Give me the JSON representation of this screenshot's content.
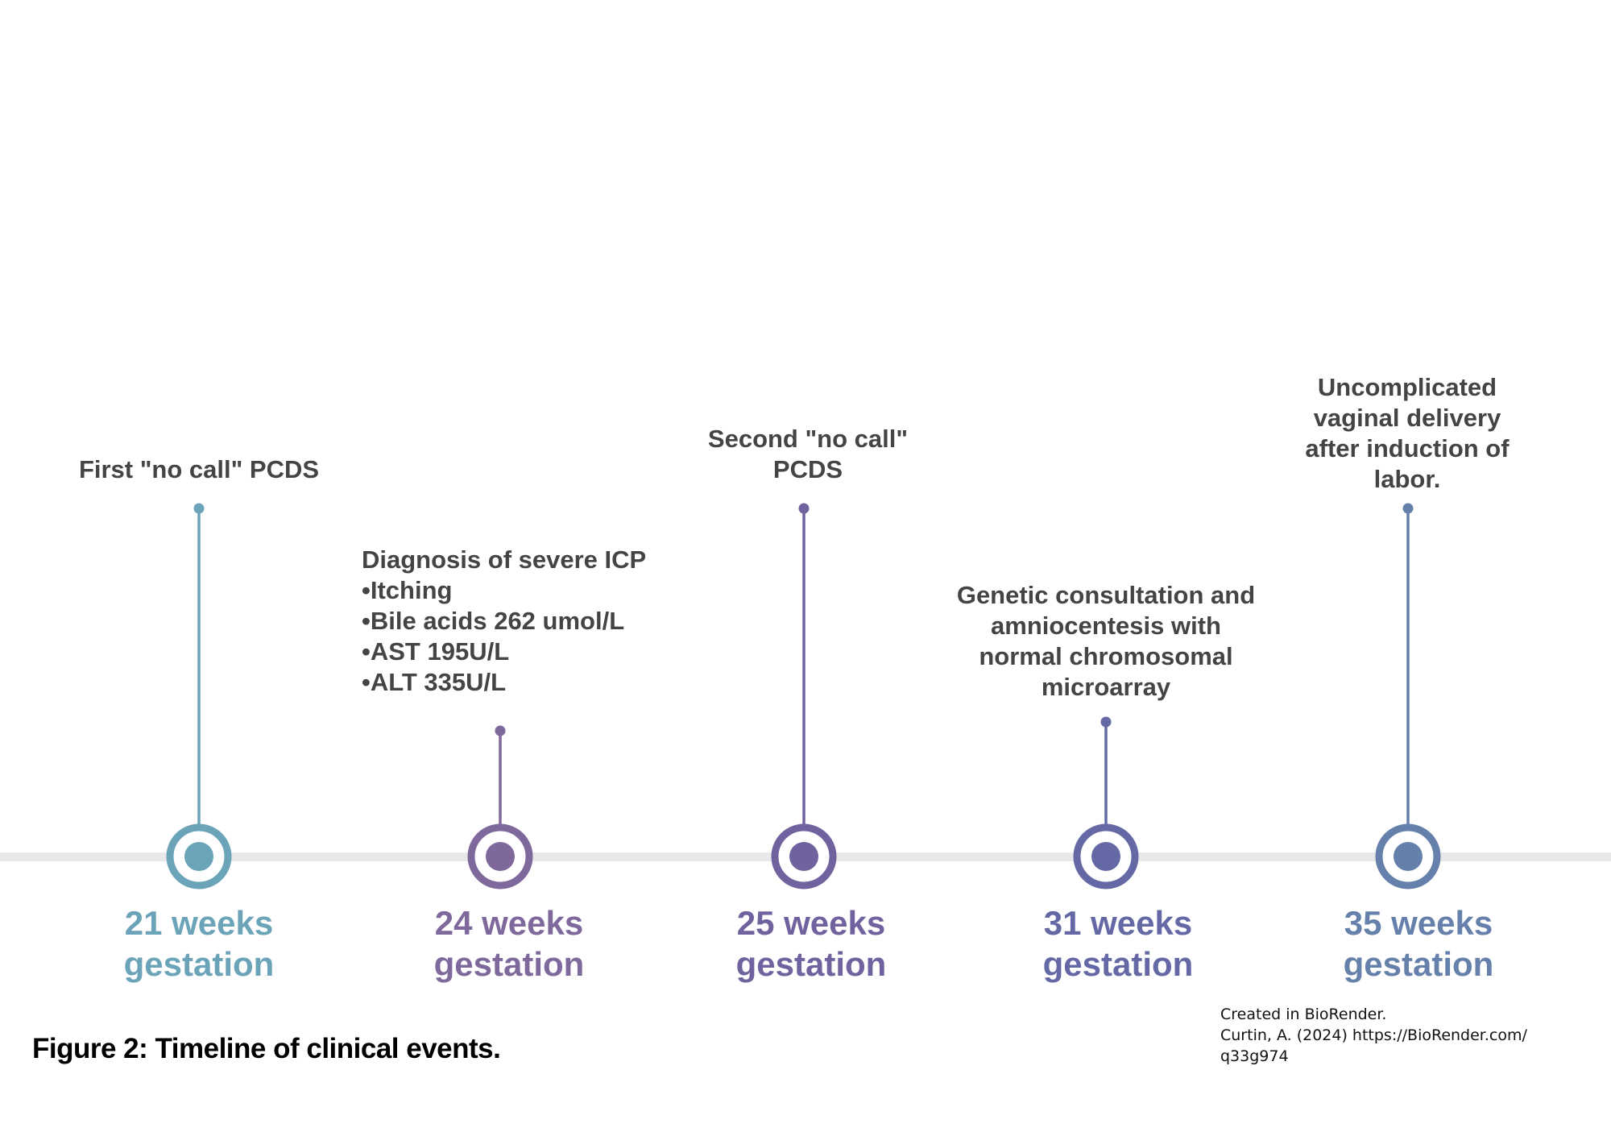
{
  "events": [
    {
      "id": "week-21",
      "week_line1": "21 weeks",
      "week_line2": "gestation",
      "color": "#6ba3b8",
      "lines": [
        "First \"no call\" PCDS"
      ]
    },
    {
      "id": "week-24",
      "week_line1": "24 weeks",
      "week_line2": "gestation",
      "color": "#7f689c",
      "lines": [
        "Diagnosis of severe ICP",
        "•Itching",
        "•Bile acids 262 umol/L",
        "•AST 195U/L",
        "•ALT 335U/L"
      ]
    },
    {
      "id": "week-25",
      "week_line1": "25 weeks",
      "week_line2": "gestation",
      "color": "#70629e",
      "lines": [
        "Second \"no call\"",
        "PCDS"
      ]
    },
    {
      "id": "week-31",
      "week_line1": "31 weeks",
      "week_line2": "gestation",
      "color": "#6469a6",
      "lines": [
        "Genetic consultation and",
        "amniocentesis with",
        "normal chromosomal",
        "microarray"
      ]
    },
    {
      "id": "week-35",
      "week_line1": "35 weeks",
      "week_line2": "gestation",
      "color": "#6580aa",
      "lines": [
        "Uncomplicated",
        "vaginal delivery",
        "after induction of",
        "labor."
      ]
    }
  ],
  "axis_color": "#e8e8ea",
  "caption": "Figure 2: Timeline of clinical events.",
  "credit": {
    "line1": "Created in BioRender.",
    "line2": "Curtin, A. (2024) https://BioRender.com/",
    "line3": "q33g974"
  }
}
